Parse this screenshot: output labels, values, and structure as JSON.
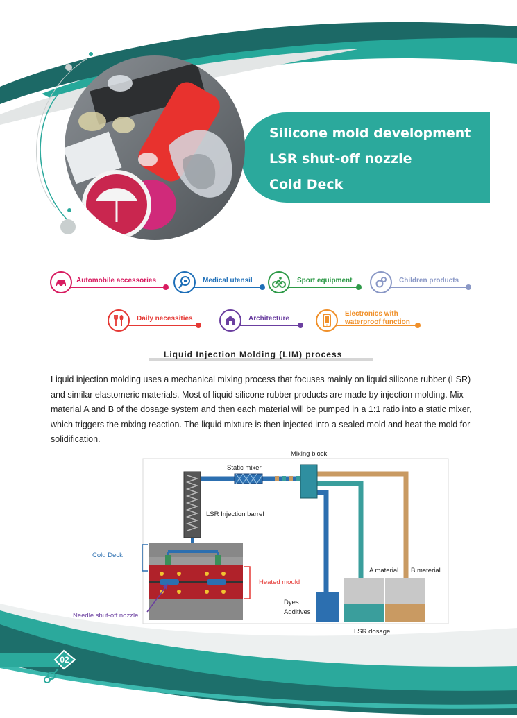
{
  "hero": {
    "lines": [
      "Silicone mold development",
      "LSR shut-off nozzle",
      "Cold Deck"
    ]
  },
  "categories": [
    {
      "label": "Automobile accessories",
      "color": "#d81b60",
      "icon": "car-icon"
    },
    {
      "label": "Medical utensil",
      "color": "#1e6fb8",
      "icon": "medical-search-icon"
    },
    {
      "label": "Sport equipment",
      "color": "#2e9a48",
      "icon": "bicycle-icon"
    },
    {
      "label": "Children products",
      "color": "#8a98c6",
      "icon": "pacifier-icon"
    },
    {
      "label": "Daily necessities",
      "color": "#e53935",
      "icon": "fork-spoon-icon"
    },
    {
      "label": "Architecture",
      "color": "#6b3fa0",
      "icon": "house-icon"
    },
    {
      "label": "Electronics with waterproof function",
      "label_lines": [
        "Electronics with",
        "waterproof function"
      ],
      "color": "#f0902a",
      "icon": "phone-icon"
    }
  ],
  "process": {
    "heading": "Liquid Injection Molding (LIM) process",
    "body": "Liquid injection molding uses a mechanical mixing process that focuses mainly on liquid silicone rubber (LSR) and similar elastomeric materials. Most of liquid silicone rubber products are made by injection molding. Mix material A and B of the dosage system and then each material will be pumped in a 1:1 ratio into a static mixer, which triggers the mixing reaction. The liquid mixture is then injected into a sealed mold and heat the mold for solidification."
  },
  "diagram": {
    "labels": {
      "mixing_block": "Mixing block",
      "static_mixer": "Static mixer",
      "injection_barrel": "LSR Injection barrel",
      "cold_deck": "Cold Deck",
      "heated_mould": "Heated mould",
      "needle_nozzle": "Needle shut-off nozzle",
      "a_material": "A material",
      "b_material": "B material",
      "dyes": "Dyes",
      "additives": "Additives",
      "lsr_dosage": "LSR dosage"
    }
  },
  "page": {
    "number": "02"
  },
  "colors": {
    "teal": "#2ba99c",
    "dark_teal": "#1d6f6b",
    "light_teal": "#3bb8ad"
  }
}
